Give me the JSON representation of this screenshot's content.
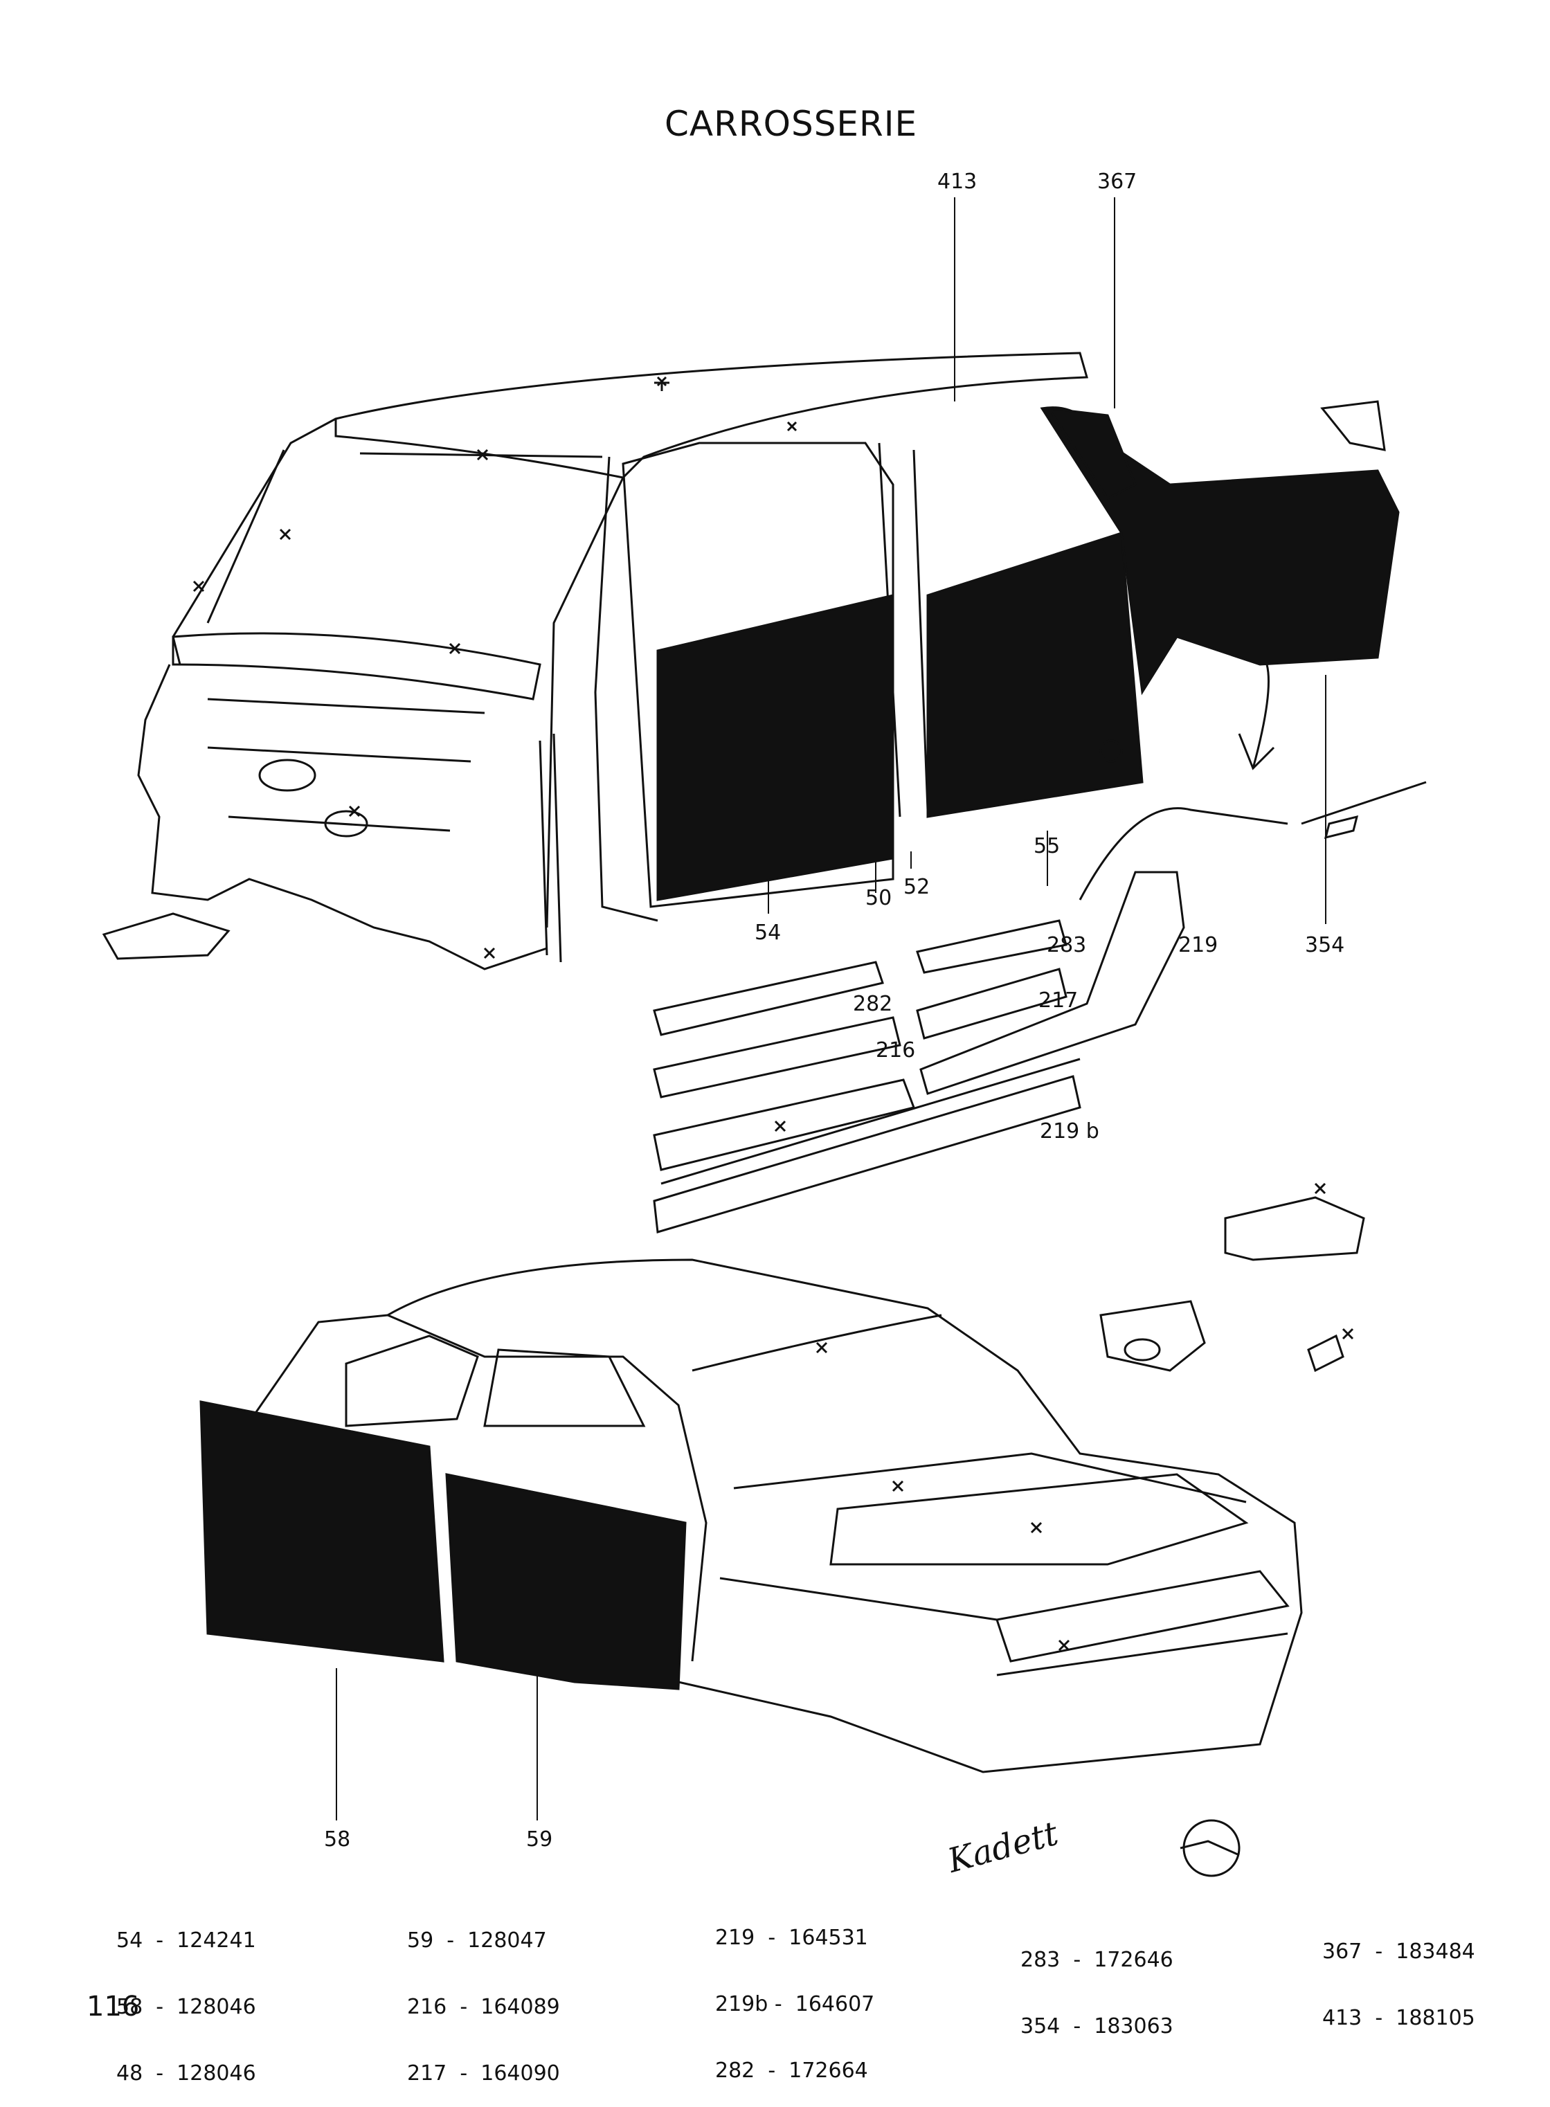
{
  "title": "CARROSSERIE",
  "page_number": "116",
  "callouts": {
    "c413": "413",
    "c367": "367",
    "c55": "55",
    "c50": "50",
    "c52": "52",
    "c54": "54",
    "c283": "283",
    "c219": "219",
    "c354": "354",
    "c282": "282",
    "c217": "217",
    "c216": "216",
    "c219b": "219 b",
    "c58": "58",
    "c59": "59"
  },
  "logo_text": "Kadett",
  "parts_list": {
    "col1": [
      "54  -  124241",
      "58  -  128046",
      "48  -  128046"
    ],
    "col2": [
      "59  -  128047",
      "216  -  164089",
      "217  -  164090"
    ],
    "col3": [
      "219  -  164531",
      "219b -  164607",
      "282  -  172664"
    ],
    "col4": [
      "283  -  172646",
      "354  -  183063"
    ],
    "col5": [
      "367  -  183484",
      "413  -  188105"
    ]
  }
}
